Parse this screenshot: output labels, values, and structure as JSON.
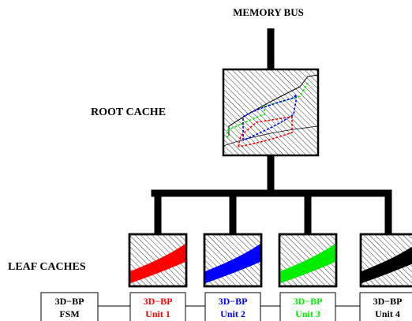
{
  "labels": {
    "memory_bus": "MEMORY BUS",
    "root_cache": "ROOT CACHE",
    "leaf_caches": "LEAF CACHES"
  },
  "fsm": {
    "line1": "3D−BP",
    "line2": "FSM"
  },
  "units": [
    {
      "line1": "3D−BP",
      "line2": "Unit 1",
      "color": "#ff0000"
    },
    {
      "line1": "3D−BP",
      "line2": "Unit 2",
      "color": "#0000ff"
    },
    {
      "line1": "3D−BP",
      "line2": "Unit 3",
      "color": "#00ee00"
    },
    {
      "line1": "3D−BP",
      "line2": "Unit 4",
      "color": "#000000"
    }
  ],
  "colors": {
    "ink": "#000000",
    "paper": "#ffffff",
    "unit1": "#ff0000",
    "unit2": "#0000ff",
    "unit3": "#00ee00",
    "unit4": "#000000"
  }
}
